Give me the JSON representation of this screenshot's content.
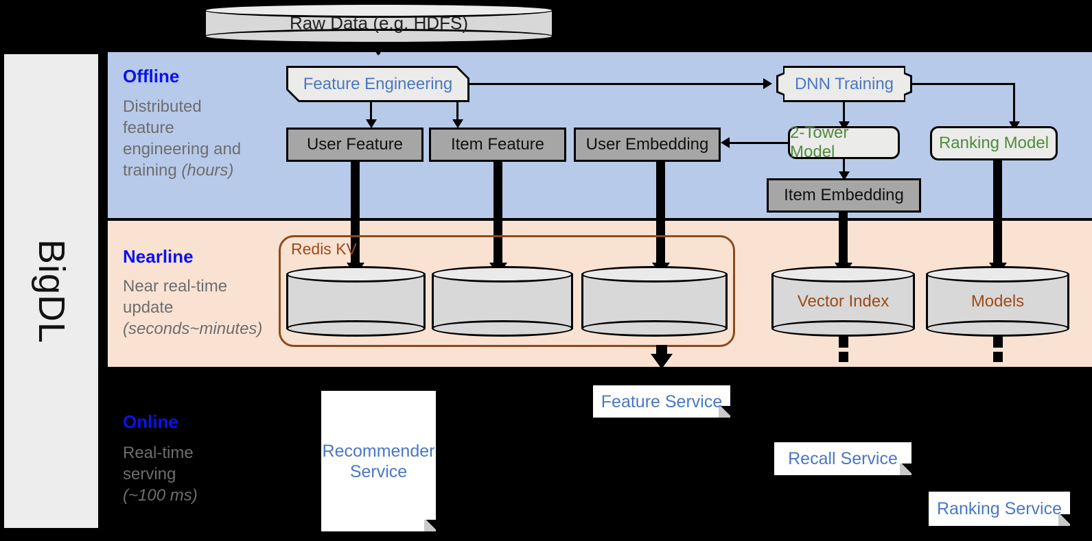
{
  "framework": {
    "name": "BigDL"
  },
  "source": {
    "label": "Raw Data (e.g. HDFS)"
  },
  "bands": {
    "offline": {
      "title": "Offline",
      "subtitle_line1": "Distributed",
      "subtitle_line2": "feature",
      "subtitle_line3": "engineering and",
      "subtitle_line4": "training ",
      "subtitle_italic": "(hours)",
      "color": "#b7caea"
    },
    "nearline": {
      "title": "Nearline",
      "subtitle_line1": "Near real-time",
      "subtitle_line2": "update",
      "subtitle_italic": "(seconds~minutes)",
      "color": "#fae2d2"
    },
    "online": {
      "title": "Online",
      "subtitle_line1": "Real-time",
      "subtitle_line2": "serving",
      "subtitle_italic": "(~100 ms)",
      "color": "#000000"
    }
  },
  "offline": {
    "feature_engineering": "Feature Engineering",
    "dnn_training": "DNN Training",
    "user_feature": "User Feature",
    "item_feature": "Item Feature",
    "user_embedding": "User Embedding",
    "two_tower_model": "2-Tower Model",
    "ranking_model": "Ranking Model",
    "item_embedding": "Item Embedding"
  },
  "nearline": {
    "redis_kv": "Redis KV",
    "store_user_feature": "",
    "store_item_feature": "",
    "store_user_embedding": "",
    "vector_index": "Vector Index",
    "models": "Models"
  },
  "online": {
    "recommender_service": "Recommender Service",
    "feature_service": "Feature Service",
    "recall_service": "Recall Service",
    "ranking_service": "Ranking Service"
  },
  "colors": {
    "band_title": "#0a12ef",
    "band_subtitle": "#6d6d6d",
    "process_text": "#4a77c4",
    "model_text": "#4e8c3a",
    "store_text": "#9c4a18",
    "data_box": "#a6a6a6",
    "process_box": "#ebebea"
  }
}
